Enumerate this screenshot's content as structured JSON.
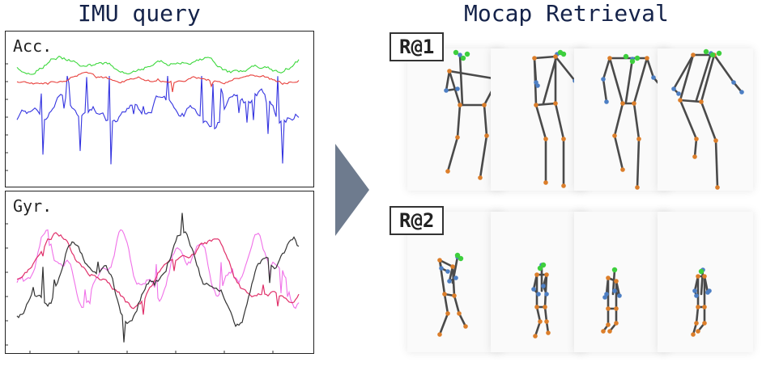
{
  "titles": {
    "left": "IMU query",
    "right": "Mocap Retrieval"
  },
  "panels": {
    "acc_label": "Acc.",
    "gyr_label": "Gyr."
  },
  "retrieval": {
    "rank1_label": "R@1",
    "rank2_label": "R@2"
  },
  "colors": {
    "acc_x": "#e8403c",
    "acc_y": "#3434e0",
    "acc_z": "#3cd83c",
    "gyr_a": "#333333",
    "gyr_b": "#e0306a",
    "gyr_c": "#f070e8",
    "bone": "#4a4a4a",
    "joint_orange": "#dc7e2a",
    "joint_blue": "#4d7fc4",
    "joint_green": "#3dcf3d",
    "arrow": "#6e7b8e"
  },
  "icons": [
    "right-arrow-icon"
  ]
}
